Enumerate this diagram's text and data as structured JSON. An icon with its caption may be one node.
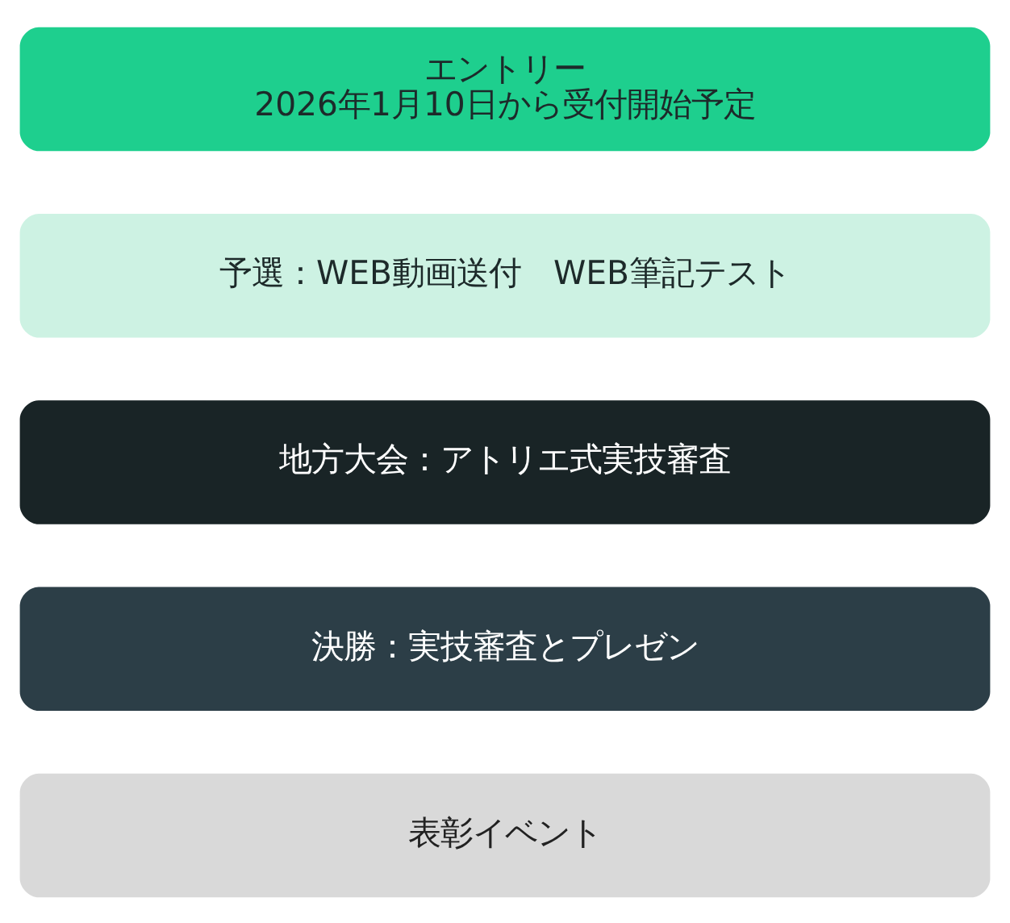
{
  "diagram": {
    "nodes": [
      {
        "text": [
          "エントリー",
          "2026年1月10日から受付開始予定"
        ]
      },
      {
        "text": [
          "予選：WEB動画送付　WEB筆記テスト"
        ]
      },
      {
        "text": [
          "地方大会：アトリエ式実技審査"
        ]
      },
      {
        "text": [
          "決勝：実技審査とプレゼン"
        ]
      },
      {
        "text": [
          "表彰イベント"
        ]
      }
    ]
  }
}
